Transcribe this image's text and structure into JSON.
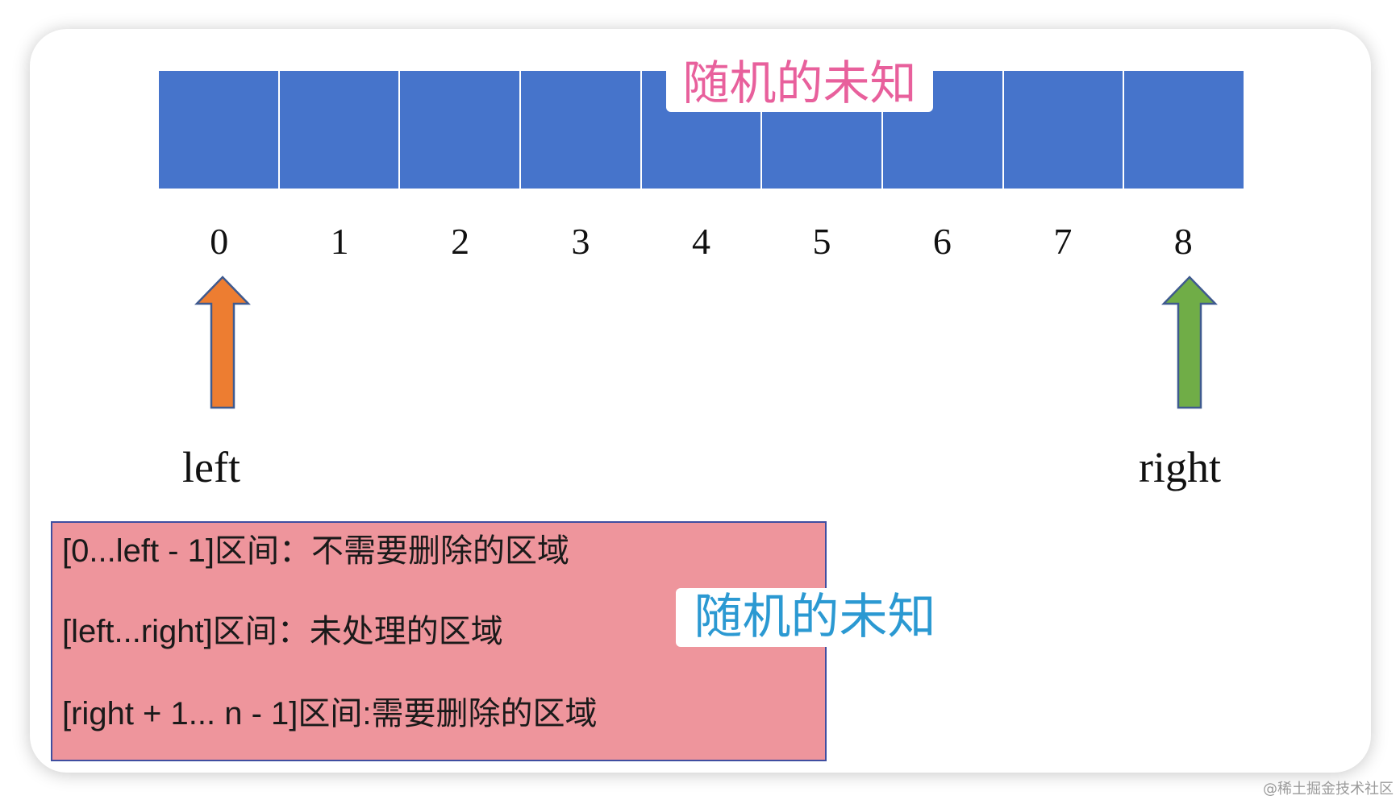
{
  "array": {
    "cells": [
      "",
      "",
      "",
      "",
      "",
      "",
      "",
      "",
      ""
    ],
    "indices": [
      "0",
      "1",
      "2",
      "3",
      "4",
      "5",
      "6",
      "7",
      "8"
    ],
    "cell_color": "#4674cb"
  },
  "tags": {
    "top_label": "随机的未知",
    "top_label_color": "#e8609c",
    "side_label": "随机的未知",
    "side_label_color": "#2b99d2"
  },
  "pointers": {
    "left": {
      "label": "left",
      "index": 0,
      "color": "#ed7d31"
    },
    "right": {
      "label": "right",
      "index": 8,
      "color": "#70ad47"
    }
  },
  "legend": {
    "lines": [
      "[0...left - 1]区间：不需要删除的区域",
      "[left...right]区间：未处理的区域",
      "[right + 1... n - 1]区间:需要删除的区域"
    ],
    "background": "#ee959c"
  },
  "watermark": "@稀土掘金技术社区"
}
